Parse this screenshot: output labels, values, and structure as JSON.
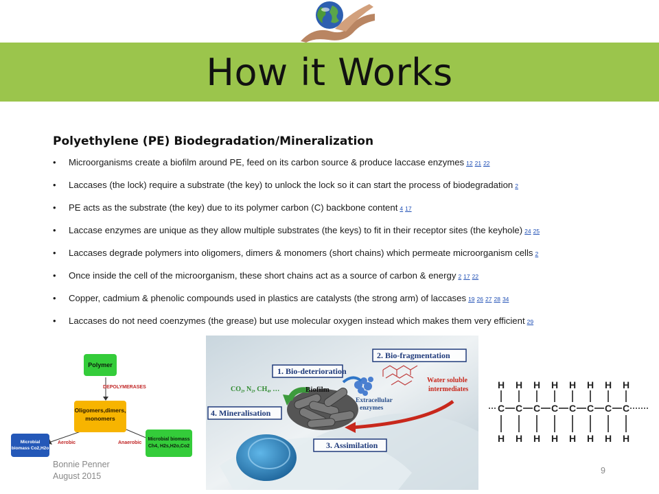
{
  "slide": {
    "title": "How it Works",
    "subheading": "Polyethylene (PE) Biodegradation/Mineralization",
    "bullets": [
      {
        "text": "Microorganisms create a biofilm around PE,  feed on its carbon source & produce laccase enzymes",
        "refs": [
          "12",
          "21",
          "22"
        ]
      },
      {
        "text": "Laccases (the lock) require a substrate (the key) to unlock the lock so it can start the process of biodegradation",
        "refs": [
          "2"
        ]
      },
      {
        "text": "PE acts as the substrate (the key) due to its polymer carbon (C) backbone content",
        "refs": [
          "4",
          "17"
        ]
      },
      {
        "text": "Laccase enzymes are unique as they allow multiple substrates (the keys) to fit in their receptor sites (the keyhole)",
        "refs": [
          "24",
          "25"
        ]
      },
      {
        "text": "Laccases degrade polymers into oligomers, dimers & monomers (short chains) which permeate microorganism cells",
        "refs": [
          "2"
        ]
      },
      {
        "text": "Once inside the cell of the microorganism, these short chains act as a source of carbon & energy",
        "refs": [
          "2",
          "17",
          "22"
        ]
      },
      {
        "text": "Copper, cadmium & phenolic compounds used in plastics are catalysts (the strong arm) of laccases",
        "refs": [
          "19",
          "26",
          "27",
          "28",
          "34"
        ]
      },
      {
        "text": "Laccases do not need coenzymes (the grease) but use molecular oxygen instead which makes them very efficient",
        "refs": [
          "29"
        ]
      }
    ],
    "footer": {
      "author": "Bonnie Penner",
      "date": "August 2015",
      "page_number": "9"
    },
    "colors": {
      "title_bar": "#9bc54c",
      "link": "#1f4fb5"
    }
  },
  "flowchart": {
    "polymer": "Polymer",
    "depolymerases": "DEPOLYMERASES",
    "oligomers": "Oligomers,dimers, monomers",
    "aerobic": "Aerobic",
    "anaerobic": "Anaerobic",
    "left_line1": "Microbial",
    "left_line2": "biomass Co2,H2o",
    "right_line1": "Microbial biomass",
    "right_line2": "Ch4, H2s,H2o,Co2"
  },
  "diagram": {
    "step1": "1. Bio-deterioration",
    "step2": "2. Bio-fragmentation",
    "step3": "3. Assimilation",
    "step4": "4. Mineralisation",
    "gases": "CO₂, N₂, CH₄, …",
    "biofilm": "Biofilm",
    "enzymes_line1": "Extracellular",
    "enzymes_line2": "enzymes",
    "water_line1": "Water soluble",
    "water_line2": "intermediates"
  },
  "structure": {
    "carbon": "C",
    "hydrogen": "H"
  }
}
